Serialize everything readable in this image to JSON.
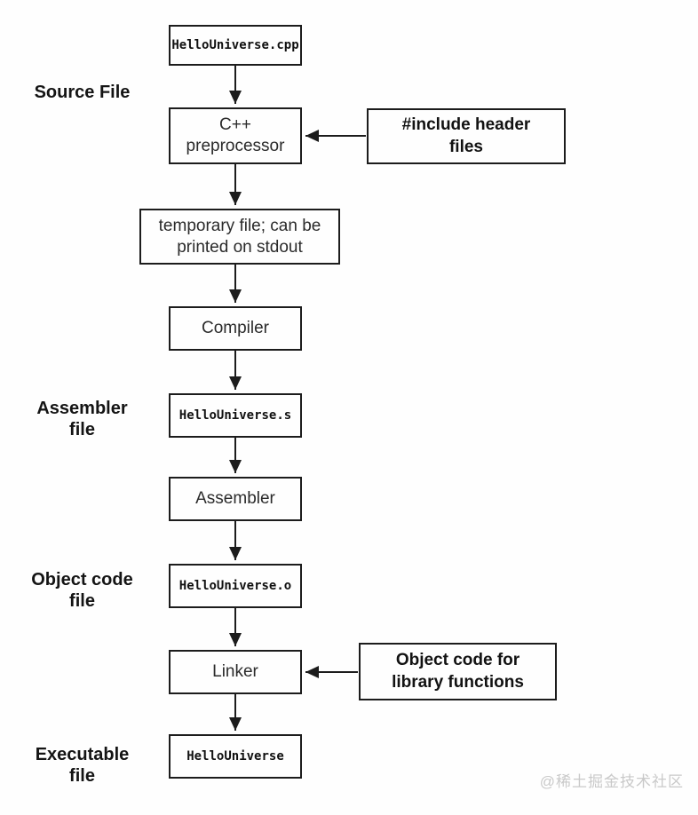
{
  "colors": {
    "line": "#1c1c1c",
    "background": "#fefefe",
    "watermark_text": "#c9c9c9"
  },
  "stage_labels": {
    "source_file": {
      "l1": "Source File"
    },
    "assembler_file": {
      "l1": "Assembler",
      "l2": "file"
    },
    "object_code_file": {
      "l1": "Object code",
      "l2": "file"
    },
    "executable_file": {
      "l1": "Executable",
      "l2": "file"
    }
  },
  "nodes": {
    "source": {
      "text": "HelloUniverse.cpp"
    },
    "preprocessor": {
      "l1": "C++",
      "l2": "preprocessor"
    },
    "include_headers": {
      "l1": "#include header",
      "l2": "files"
    },
    "temp_file": {
      "l1": "temporary file; can be",
      "l2": "printed on stdout"
    },
    "compiler": {
      "text": "Compiler"
    },
    "assembly_file": {
      "text": "HelloUniverse.s"
    },
    "assembler": {
      "text": "Assembler"
    },
    "object_file": {
      "text": "HelloUniverse.o"
    },
    "linker": {
      "text": "Linker"
    },
    "object_code_lib": {
      "l1": "Object code for",
      "l2": "library functions"
    },
    "executable": {
      "text": "HelloUniverse"
    }
  },
  "watermark": "@稀土掘金技术社区"
}
